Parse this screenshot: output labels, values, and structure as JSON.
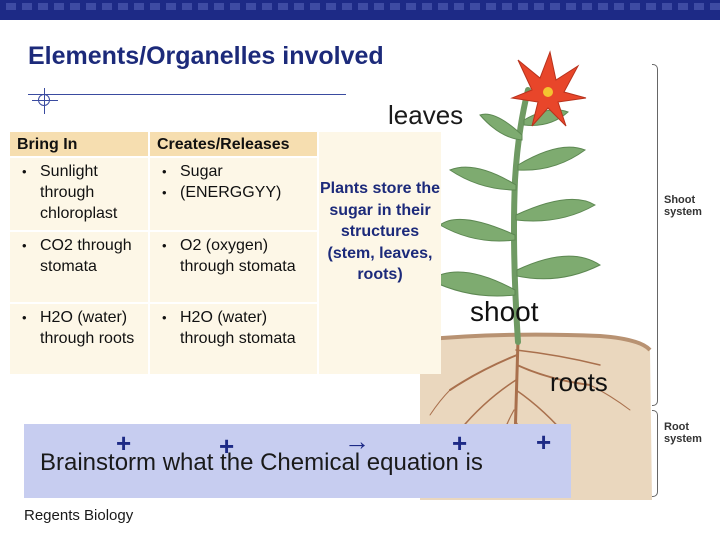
{
  "slide": {
    "title": "Elements/Organelles involved",
    "footer": "Regents Biology"
  },
  "diagram": {
    "leaves_label": "leaves",
    "shoot_label": "shoot",
    "roots_label": "roots",
    "shoot_system_label": "Shoot system",
    "root_system_label": "Root system"
  },
  "table": {
    "headers": [
      "Bring In",
      "Creates/Releases"
    ],
    "rows": [
      {
        "bring_in": "Sunlight through chloroplast",
        "creates": [
          "Sugar",
          "(ENERGGYY)"
        ]
      },
      {
        "bring_in": "CO2 through stomata",
        "creates": [
          "O2 (oxygen) through stomata"
        ]
      },
      {
        "bring_in": "H2O (water) through roots",
        "creates": [
          "H2O (water) through stomata"
        ]
      }
    ]
  },
  "note": "Plants store the sugar in their structures (stem, leaves, roots)",
  "equation": {
    "text": "Brainstorm what the Chemical equation is",
    "plus": "+",
    "arrow": "→"
  },
  "colors": {
    "title": "#1c2a7a",
    "header_bar": "#1d2a86",
    "table_header": "#f6deb0",
    "table_body": "#fdf7e7",
    "equation_box": "#c7cdf0",
    "note_text": "#1c2a7a"
  }
}
